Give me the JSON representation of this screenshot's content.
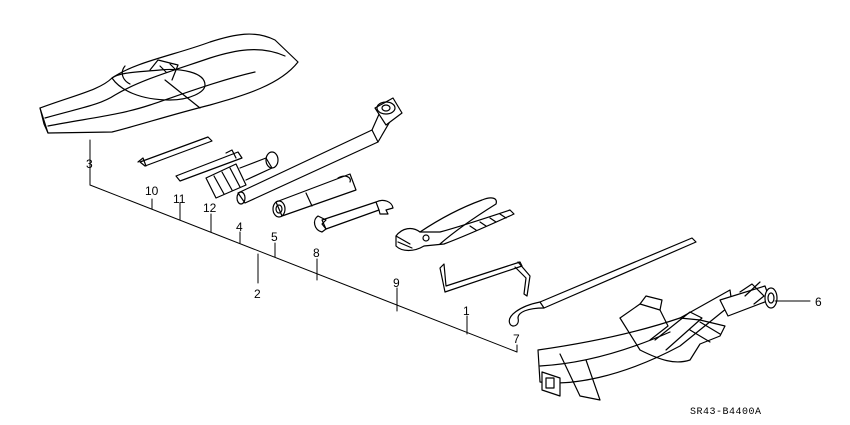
{
  "diagram": {
    "callouts": {
      "c1": "1",
      "c2": "2",
      "c3": "3",
      "c4": "4",
      "c5": "5",
      "c6": "6",
      "c7": "7",
      "c8": "8",
      "c9": "9",
      "c10": "10",
      "c11": "11",
      "c12": "12"
    },
    "reference_code": "SR43-B4400A"
  }
}
